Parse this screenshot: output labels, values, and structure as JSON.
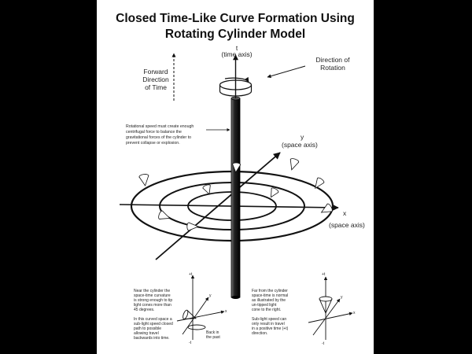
{
  "title_line1": "Closed Time-Like Curve Formation Using",
  "title_line2": "Rotating Cylinder Model",
  "t_axis": {
    "symbol": "t",
    "label": "(time axis)"
  },
  "rotation_label": [
    "Direction of",
    "Rotation"
  ],
  "forward_time_label": [
    "Forward",
    "Direction",
    "of Time"
  ],
  "rotational_note": [
    "Rotational speed must create enough",
    "centrifugal force to balance the",
    "gravitational forces of the cylinder to",
    "prevent collapse or explosion."
  ],
  "y_axis": {
    "symbol": "y",
    "label": "(space axis)"
  },
  "x_axis": {
    "symbol": "x",
    "label": "(space axis)"
  },
  "near_note": [
    "Near the cylinder the",
    "space-time curvature",
    "is strong enough to tip",
    "light cones more than",
    "45 degrees.",
    "",
    "In this curved space a",
    "sub-light speed closed",
    "path to possible",
    "allowing travel",
    "backwards into time."
  ],
  "back_note": [
    "Back in",
    "the past"
  ],
  "far_note": [
    "Far from the cylinder",
    "space-time is normal",
    "as illustrated by the",
    "un-tipped light",
    "cone to the right.",
    "",
    "Sub-light speed can",
    "only result in travel",
    "in a positive time (+t)",
    "direction."
  ],
  "inset_left": {
    "t_plus": "+t",
    "t_minus": "-t",
    "x": "x",
    "y": "y"
  },
  "inset_right": {
    "t_plus": "+t",
    "t_minus": "-t",
    "x": "x",
    "y": "y"
  }
}
